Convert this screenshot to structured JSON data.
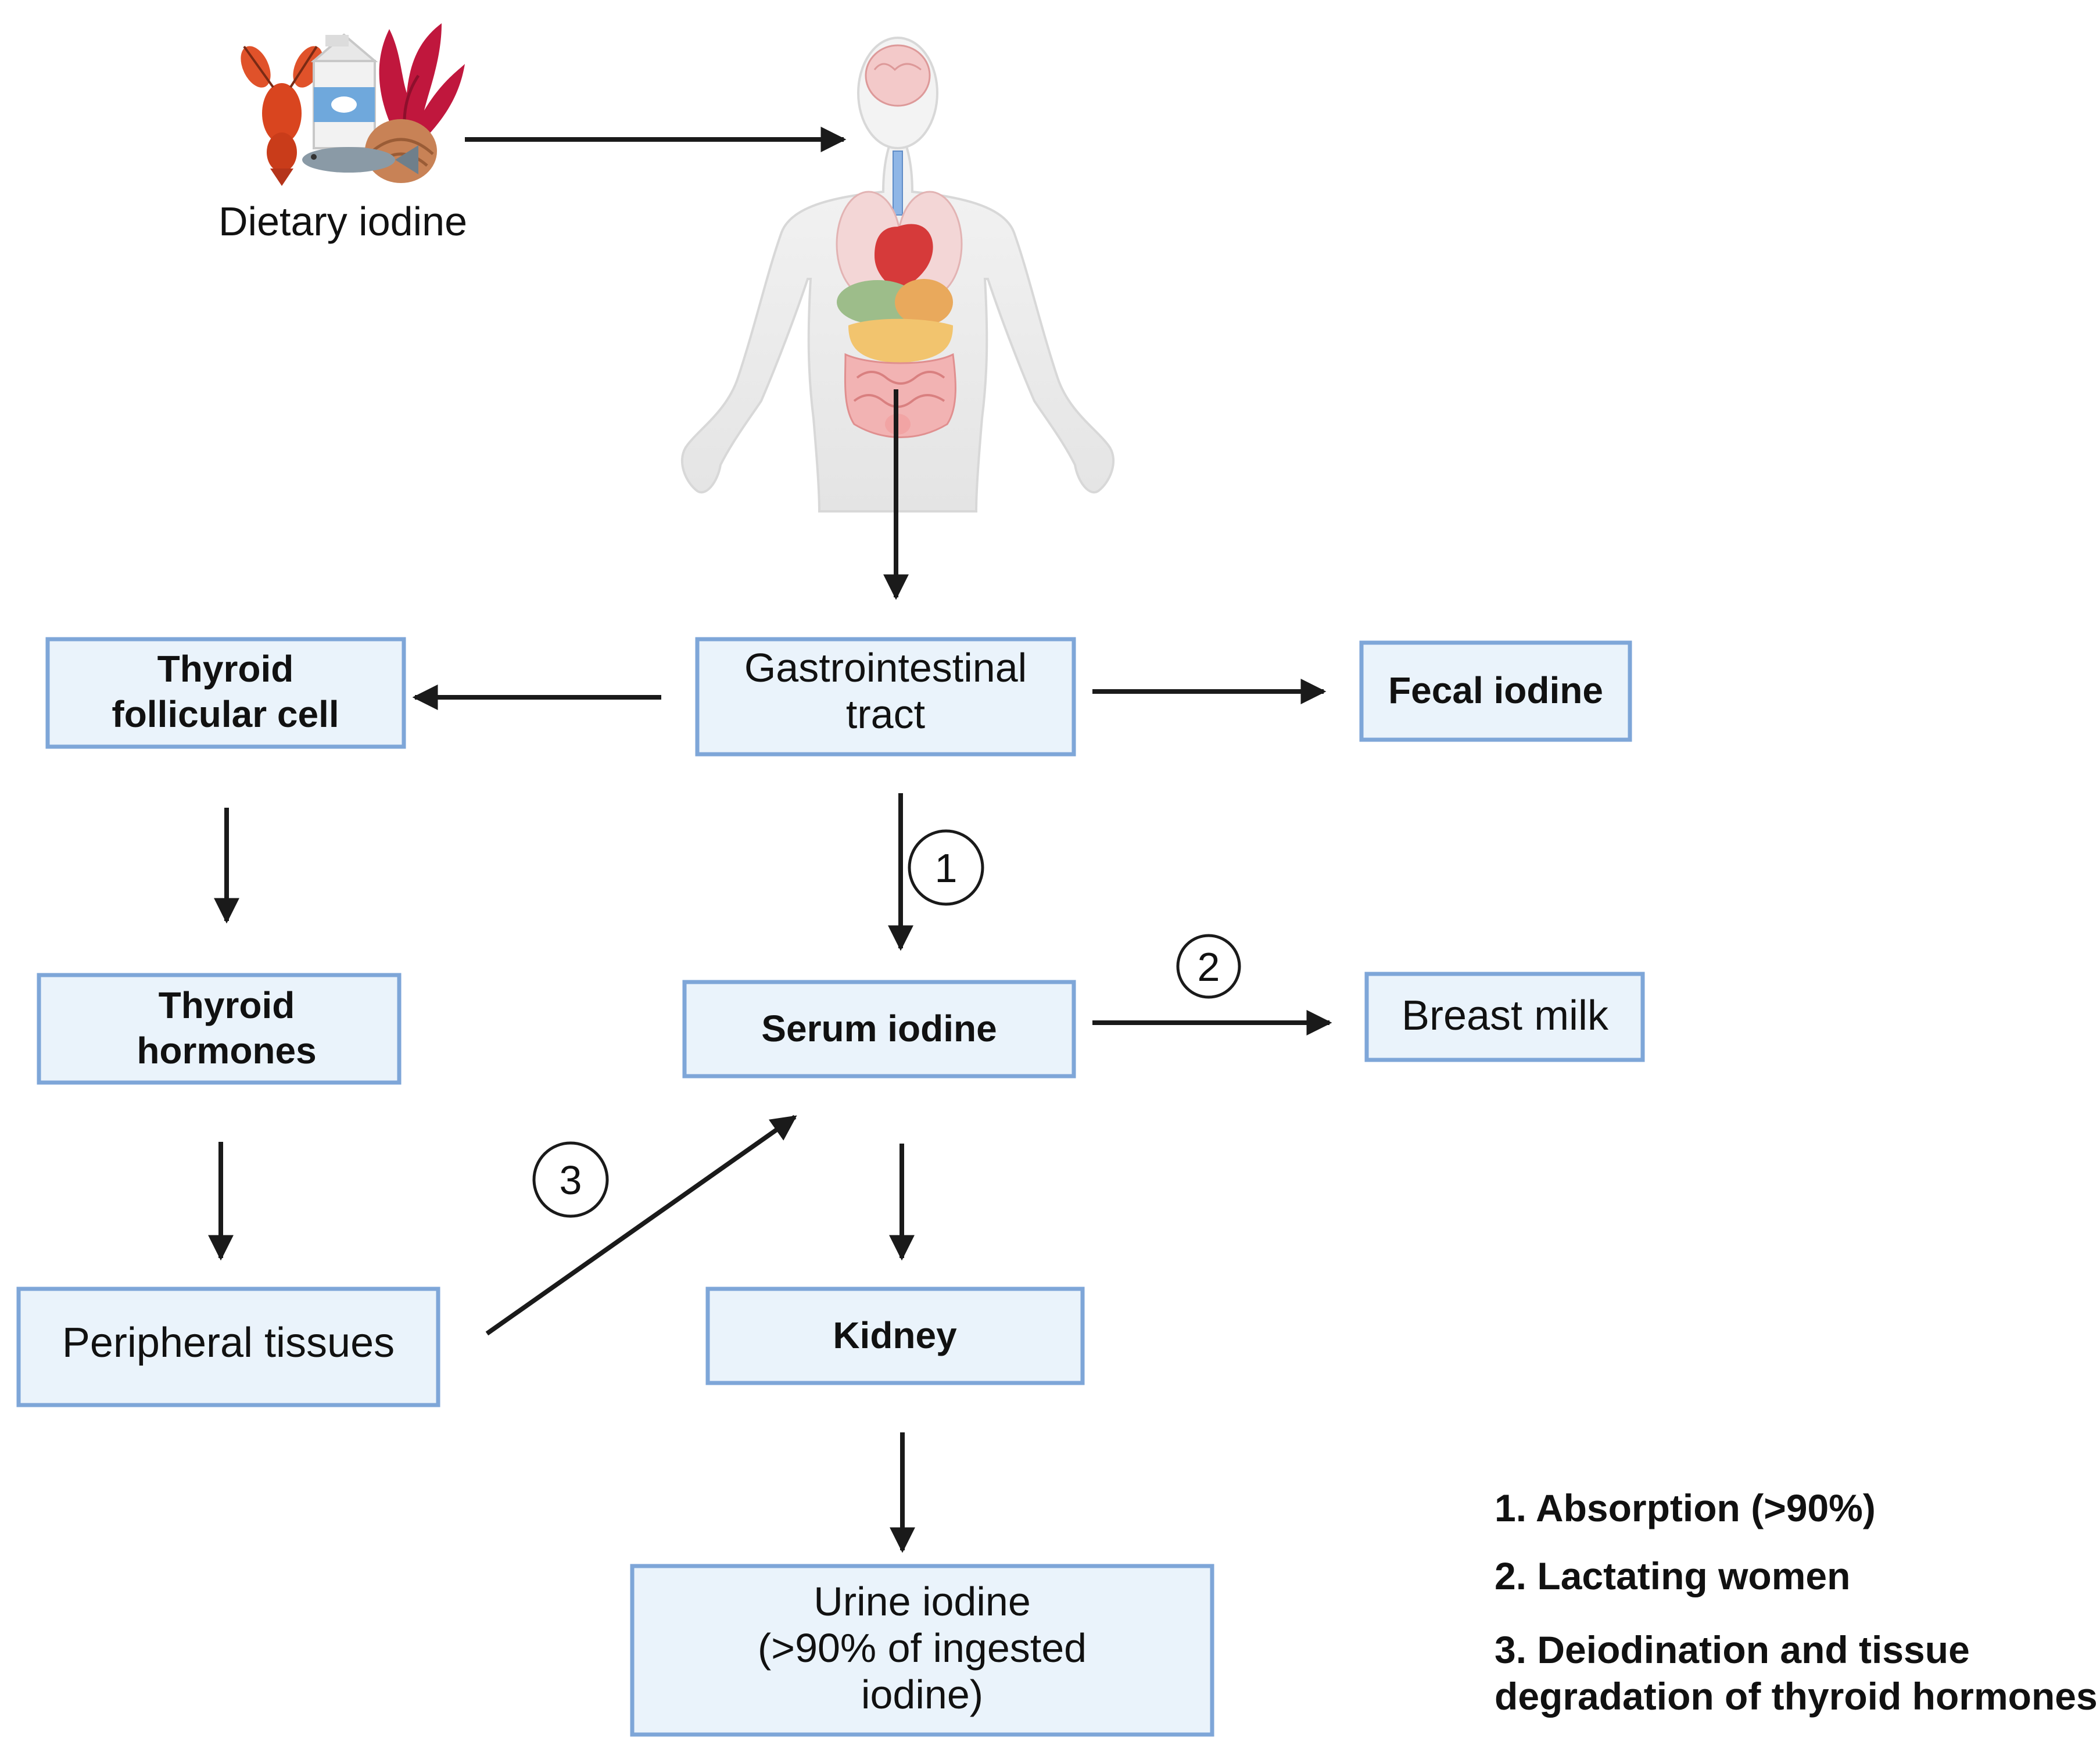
{
  "diagram": {
    "dietary": {
      "label": "Dietary iodine"
    },
    "nodes": {
      "gi": [
        "Gastrointestinal",
        "tract"
      ],
      "thyroid_cell": [
        "Thyroid",
        "follicular cell"
      ],
      "fecal": [
        "Fecal iodine"
      ],
      "hormones": [
        "Thyroid",
        "hormones"
      ],
      "serum": [
        "Serum iodine"
      ],
      "breast": [
        "Breast milk"
      ],
      "peripheral": [
        "Peripheral tissues"
      ],
      "kidney": [
        "Kidney"
      ],
      "urine": [
        "Urine iodine",
        "(>90% of ingested",
        "iodine)"
      ]
    },
    "markers": {
      "m1": "1",
      "m2": "2",
      "m3": "3"
    },
    "legend": {
      "item1": "1.  Absorption (>90%)",
      "item2": "2.  Lactating women",
      "item3a": "3.  Deiodination and tissue",
      "item3b": "degradation of thyroid hormones"
    },
    "colors": {
      "box_fill": "#eaf3fb",
      "box_stroke": "#7ea6d8",
      "arrow": "#1a1a1a"
    }
  }
}
